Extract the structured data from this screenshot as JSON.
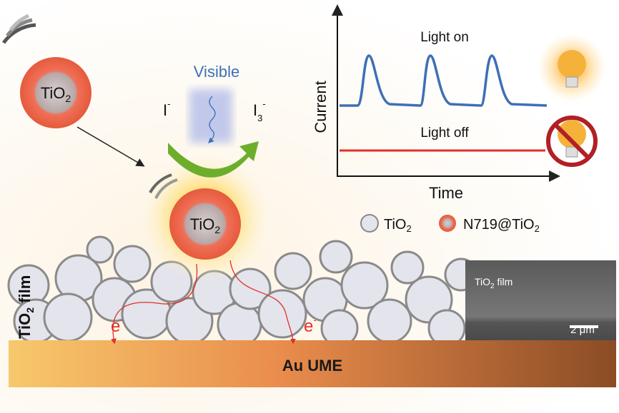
{
  "particle_label": "TiO",
  "particle_sub": "2",
  "light_label": "Visible",
  "reactant": {
    "base": "I",
    "sup": "-"
  },
  "product": {
    "base": "I",
    "sub": "3",
    "sup": "-"
  },
  "chart": {
    "ylabel": "Current",
    "xlabel": "Time",
    "on_label": "Light on",
    "off_label": "Light off"
  },
  "legend": {
    "items": [
      {
        "label": "TiO",
        "sub": "2",
        "color": "#e4e4ec"
      },
      {
        "label": "N719@TiO",
        "sub": "2",
        "color": "#ee6a4c"
      }
    ]
  },
  "film_label": {
    "base": "TiO",
    "sub": "2",
    "rest": " film"
  },
  "electron": {
    "base": "e",
    "sup": "-"
  },
  "electrode_label": "Au UME",
  "sem": {
    "label_base": "TiO",
    "label_sub": "2",
    "label_rest": " film",
    "scale": "2 μm"
  },
  "colors": {
    "on_curve": "#3f6fb5",
    "off_curve": "#e0302a",
    "ban": "#b02025"
  }
}
